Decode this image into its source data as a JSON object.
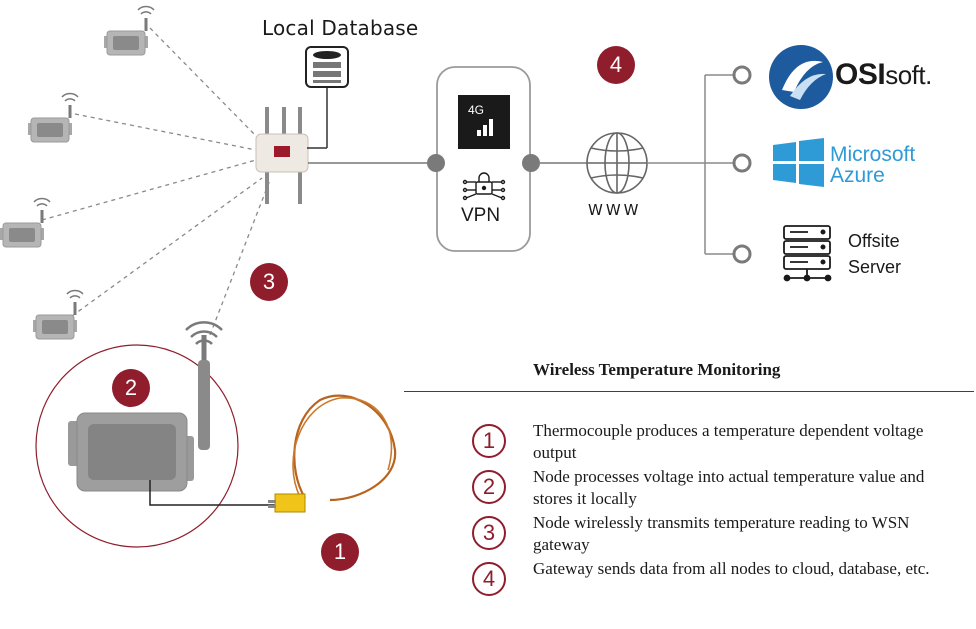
{
  "labels": {
    "local_database": "Local Database",
    "network_4g": "4G",
    "vpn": "VPN",
    "www": "WWW"
  },
  "destinations": {
    "osisoft_bold": "OSI",
    "osisoft_light": "soft.",
    "azure_line1": "Microsoft",
    "azure_line2": "Azure",
    "offsite_line1": "Offsite",
    "offsite_line2": "Server"
  },
  "badges": {
    "one": "1",
    "two": "2",
    "three": "3",
    "four": "4"
  },
  "legend": {
    "title": "Wireless Temperature Monitoring",
    "items": [
      {
        "num": "1",
        "text": "Thermocouple produces a temperature dependent voltage output"
      },
      {
        "num": "2",
        "text": "Node processes voltage into actual temperature value and stores it locally"
      },
      {
        "num": "3",
        "text": "Node wirelessly transmits temperature reading to WSN gateway"
      },
      {
        "num": "4",
        "text": "Gateway sends data from all nodes to cloud, database, etc."
      }
    ]
  },
  "colors": {
    "accent": "#8f1d2c",
    "azure": "#2f9bd6",
    "osisoft_blue": "#1d5a9e",
    "node_gray": "#8a8a8a",
    "thermocouple": "#b8641e",
    "connector": "#f0c419"
  },
  "icons": [
    "wifi-icon",
    "database-icon",
    "signal-4g-icon",
    "vpn-lock-icon",
    "globe-icon",
    "server-icon",
    "windows-logo-icon",
    "osisoft-logo-icon"
  ]
}
